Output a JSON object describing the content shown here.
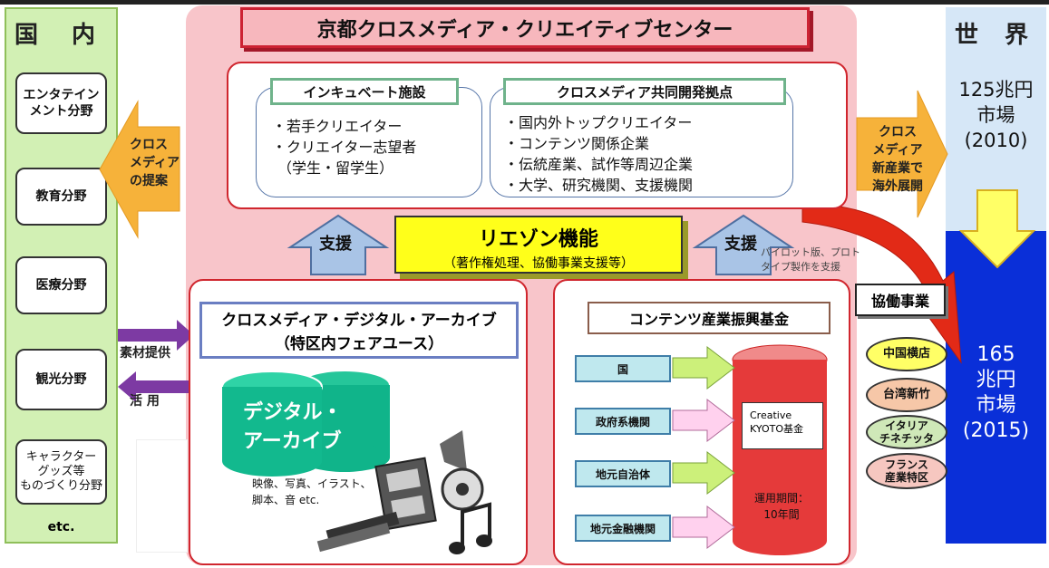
{
  "title": "京都クロスメディア・クリエイティブセンター",
  "domestic": {
    "heading": "国 内",
    "fields": [
      "エンタテイン\nメント分野",
      "教育分野",
      "医療分野",
      "観光分野",
      "キャラクター\nグッズ等\nものづくり分野"
    ],
    "etc": "etc."
  },
  "world": {
    "heading": "世 界",
    "market_2010": "125兆円\n市場\n(2010)",
    "market_2015": "165\n兆円\n市場\n(2015)"
  },
  "left_arrow_text": "クロス\nメディア\nの提案",
  "right_arrow_text": "クロス\nメディア\n新産業で\n海外展開",
  "incubation": {
    "label": "インキュベート施設",
    "items": [
      "・若手クリエイター",
      "・クリエイター志望者",
      "（学生・留学生）"
    ]
  },
  "joint_dev": {
    "label": "クロスメディア共同開発拠点",
    "items": [
      "・国内外トップクリエイター",
      "・コンテンツ関係企業",
      "・伝統産業、試作等周辺企業",
      "・大学、研究機関、支援機関"
    ]
  },
  "support_label": "支援",
  "liaison": {
    "title": "リエゾン機能",
    "subtitle": "（著作権処理、協働事業支援等）"
  },
  "pilot_note": "パイロット版、プロト\nタイプ製作を支援",
  "archive": {
    "title": "クロスメディア・デジタル・アーカイブ\n（特区内フェアユース）",
    "cylinder_label": "デジタル・\nアーカイブ",
    "media_note": "映像、写真、イラスト、\n脚本、音 etc."
  },
  "material_supply": "素材提供",
  "utilize": "活 用",
  "fund": {
    "title": "コンテンツ産業振興基金",
    "sources": [
      "国",
      "政府系機関",
      "地元自治体",
      "地元金融機関"
    ],
    "fund_name": "Creative\nKYOTO基金",
    "period": "運用期間：\n10年間"
  },
  "collab": {
    "label": "協働事業",
    "cities": [
      "中国横店",
      "台湾新竹",
      "イタリア\nチネチッタ",
      "フランス\n産業特区"
    ]
  },
  "colors": {
    "domestic_bg": "#d2f0b4",
    "center_bg": "#f8c5ca",
    "accent_red": "#d0262e",
    "world_blue": "#0a2fd8",
    "liaison_yellow": "#ffff1a"
  }
}
